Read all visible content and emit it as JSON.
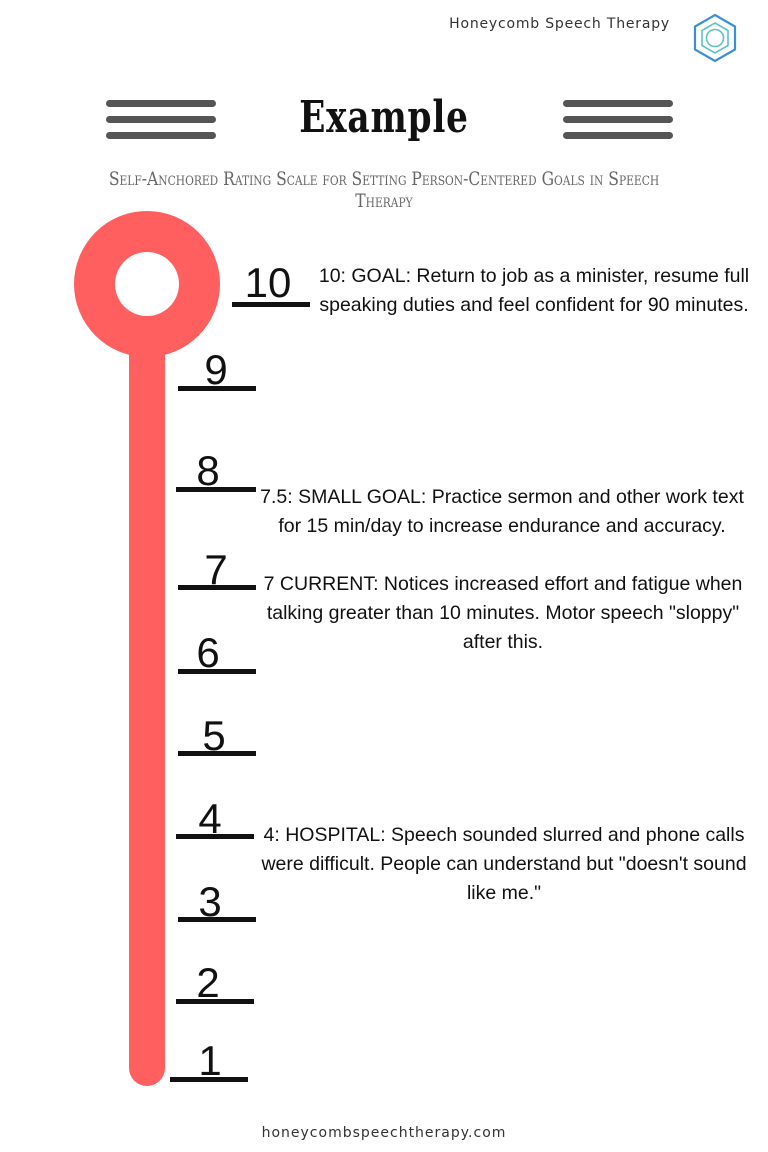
{
  "brand": {
    "name": "Honeycomb Speech Therapy",
    "logo_icon": "hexagon-logo-icon",
    "accent": "#3a8fd6"
  },
  "title": "Example",
  "subtitle": "Self-Anchored Rating Scale for Setting Person-Centered Goals in Speech Therapy",
  "scale": {
    "color": "#ff5f5f",
    "ticks": [
      "10",
      "9",
      "8",
      "7",
      "6",
      "5",
      "4",
      "3",
      "2",
      "1"
    ]
  },
  "notes": {
    "goal": "10: GOAL: Return to job as a minister, resume full speaking duties and feel confident for 90 minutes.",
    "small_goal": "7.5: SMALL GOAL: Practice sermon and other work text for 15 min/day to increase endurance and accuracy.",
    "current": "7 CURRENT: Notices increased effort and fatigue when talking greater than 10 minutes. Motor speech \"sloppy\" after this.",
    "hospital": "4: HOSPITAL: Speech sounded slurred and phone calls were difficult. People can understand but \"doesn't sound like me.\""
  },
  "footer": "honeycombspeechtherapy.com"
}
